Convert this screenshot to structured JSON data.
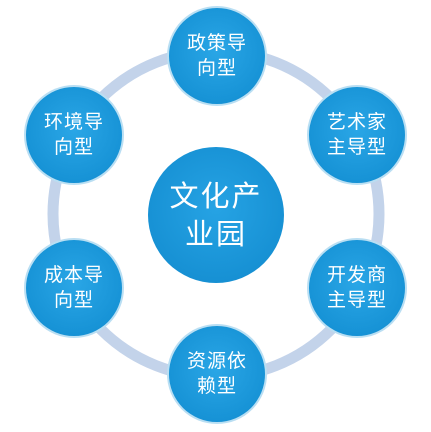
{
  "diagram": {
    "colors": {
      "node_fill": "#1a96d9",
      "ring": "#c3d3ea",
      "text": "#ffffff",
      "background": "#ffffff"
    },
    "center": {
      "label": "文化产\n业园"
    },
    "nodes": [
      {
        "id": "policy",
        "label": "政策导\n向型"
      },
      {
        "id": "artist",
        "label": "艺术家\n主导型"
      },
      {
        "id": "developer",
        "label": "开发商\n主导型"
      },
      {
        "id": "resource",
        "label": "资源依\n赖型"
      },
      {
        "id": "cost",
        "label": "成本导\n向型"
      },
      {
        "id": "environment",
        "label": "环境导\n向型"
      }
    ]
  }
}
